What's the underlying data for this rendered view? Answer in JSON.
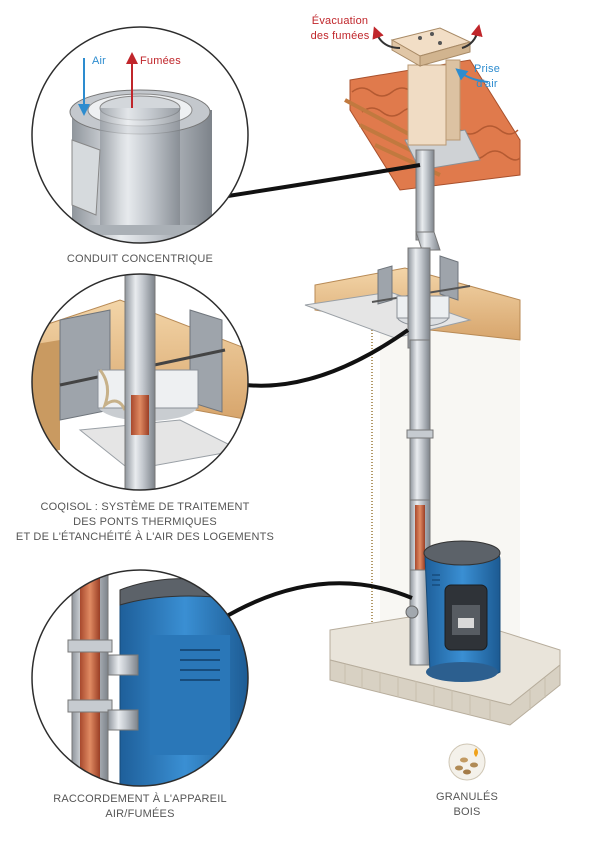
{
  "labels": {
    "evacuation_line1": "Évacuation",
    "evacuation_line2": "des fumées",
    "prise_line1": "Prise",
    "prise_line2": "d'air",
    "air": "Air",
    "fumees": "Fumées",
    "conduit": "CONDUIT CONCENTRIQUE",
    "coqisol_line1": "COQISOL : SYSTÈME DE TRAITEMENT",
    "coqisol_line2": "DES PONTS THERMIQUES",
    "coqisol_line3": "ET DE L'ÉTANCHÉITÉ À L'AIR DES LOGEMENTS",
    "raccord_line1": "RACCORDEMENT À L'APPAREIL",
    "raccord_line2": "AIR/FUMÉES",
    "granules_line1": "GRANULÉS",
    "granules_line2": "BOIS"
  },
  "colors": {
    "smoke_red": "#c0262b",
    "air_blue": "#2d8ccf",
    "stove_blue": "#2d7fc1",
    "pipe_steel": "#b9bec4",
    "wood": "#e7c08f",
    "tile": "#d9734a"
  }
}
